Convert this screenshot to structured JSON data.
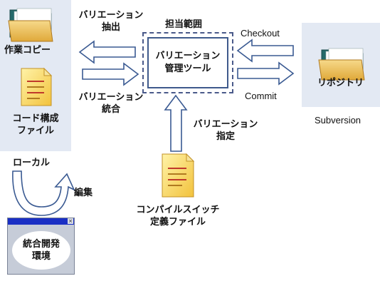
{
  "scope_label": "担当範囲",
  "tool": {
    "line1": "バリエーション",
    "line2": "管理ツール"
  },
  "extract": {
    "line1": "バリエーション",
    "line2": "抽出"
  },
  "integrate": {
    "line1": "バリエーション",
    "line2": "統合"
  },
  "checkout_label": "Checkout",
  "commit_label": "Commit",
  "local": {
    "working_copy": "作業コピー",
    "code_file": {
      "line1": "コード構成",
      "line2": "ファイル"
    },
    "caption": "ローカル"
  },
  "repository": {
    "label": "リポジトリ",
    "caption": "Subversion"
  },
  "specify": {
    "line1": "バリエーション",
    "line2": "指定"
  },
  "switch_file": {
    "line1": "コンパイルスイッチ",
    "line2": "定義ファイル"
  },
  "edit_label": "編集",
  "ide": {
    "close": "×",
    "line1": "統合開発",
    "line2": "環境"
  }
}
